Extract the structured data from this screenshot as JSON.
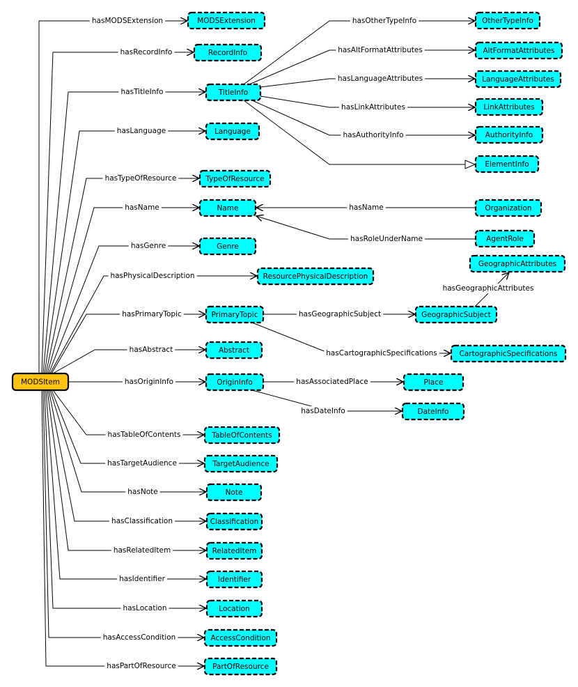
{
  "colors": {
    "root_fill": "#ffc20e",
    "node_fill": "#00ffff",
    "line": "#000000"
  },
  "nodes": [
    {
      "id": "MODSItem",
      "label": "MODSItem",
      "root": true
    },
    {
      "id": "MODSExtension",
      "label": "MODSExtension"
    },
    {
      "id": "RecordInfo",
      "label": "RecordInfo"
    },
    {
      "id": "TitleInfo",
      "label": "TitleInfo"
    },
    {
      "id": "Language",
      "label": "Language"
    },
    {
      "id": "TypeOfResource",
      "label": "TypeOfResource"
    },
    {
      "id": "Name",
      "label": "Name"
    },
    {
      "id": "Genre",
      "label": "Genre"
    },
    {
      "id": "ResourcePhysicalDescription",
      "label": "ResourcePhysicalDescription"
    },
    {
      "id": "PrimaryTopic",
      "label": "PrimaryTopic"
    },
    {
      "id": "Abstract",
      "label": "Abstract"
    },
    {
      "id": "OriginInfo",
      "label": "OriginInfo"
    },
    {
      "id": "TableOfContents",
      "label": "TableOfContents"
    },
    {
      "id": "TargetAudience",
      "label": "TargetAudience"
    },
    {
      "id": "Note",
      "label": "Note"
    },
    {
      "id": "Classification",
      "label": "Classification"
    },
    {
      "id": "RelatedItem",
      "label": "RelatedItem"
    },
    {
      "id": "Identifier",
      "label": "Identifier"
    },
    {
      "id": "Location",
      "label": "Location"
    },
    {
      "id": "AccessCondition",
      "label": "AccessCondition"
    },
    {
      "id": "PartOfResource",
      "label": "PartOfResource"
    },
    {
      "id": "OtherTypeInfo",
      "label": "OtherTypeInfo"
    },
    {
      "id": "AltFormatAttributes",
      "label": "AltFormatAttributes"
    },
    {
      "id": "LanguageAttributes",
      "label": "LanguageAttributes"
    },
    {
      "id": "LinkAttributes",
      "label": "LinkAttributes"
    },
    {
      "id": "AuthorityInfo",
      "label": "AuthorityInfo"
    },
    {
      "id": "ElementInfo",
      "label": "ElementInfo"
    },
    {
      "id": "Organization",
      "label": "Organization"
    },
    {
      "id": "AgentRole",
      "label": "AgentRole"
    },
    {
      "id": "GeographicAttributes",
      "label": "GeographicAttributes"
    },
    {
      "id": "GeographicSubject",
      "label": "GeographicSubject"
    },
    {
      "id": "CartographicSpecifications",
      "label": "CartographicSpecifications"
    },
    {
      "id": "Place",
      "label": "Place"
    },
    {
      "id": "DateInfo",
      "label": "DateInfo"
    }
  ],
  "edges": [
    {
      "from": "MODSItem",
      "to": "MODSExtension",
      "label": "hasMODSExtension"
    },
    {
      "from": "MODSItem",
      "to": "RecordInfo",
      "label": "hasRecordInfo"
    },
    {
      "from": "MODSItem",
      "to": "TitleInfo",
      "label": "hasTitleInfo"
    },
    {
      "from": "MODSItem",
      "to": "Language",
      "label": "hasLanguage"
    },
    {
      "from": "MODSItem",
      "to": "TypeOfResource",
      "label": "hasTypeOfResource"
    },
    {
      "from": "MODSItem",
      "to": "Name",
      "label": "hasName"
    },
    {
      "from": "MODSItem",
      "to": "Genre",
      "label": "hasGenre"
    },
    {
      "from": "MODSItem",
      "to": "ResourcePhysicalDescription",
      "label": "hasPhysicalDescription"
    },
    {
      "from": "MODSItem",
      "to": "PrimaryTopic",
      "label": "hasPrimaryTopic"
    },
    {
      "from": "MODSItem",
      "to": "Abstract",
      "label": "hasAbstract"
    },
    {
      "from": "MODSItem",
      "to": "OriginInfo",
      "label": "hasOriginInfo"
    },
    {
      "from": "MODSItem",
      "to": "TableOfContents",
      "label": "hasTableOfContents"
    },
    {
      "from": "MODSItem",
      "to": "TargetAudience",
      "label": "hasTargetAudience"
    },
    {
      "from": "MODSItem",
      "to": "Note",
      "label": "hasNote"
    },
    {
      "from": "MODSItem",
      "to": "Classification",
      "label": "hasClassification"
    },
    {
      "from": "MODSItem",
      "to": "RelatedItem",
      "label": "hasRelatedItem"
    },
    {
      "from": "MODSItem",
      "to": "Identifier",
      "label": "hasIdentifier"
    },
    {
      "from": "MODSItem",
      "to": "Location",
      "label": "hasLocation"
    },
    {
      "from": "MODSItem",
      "to": "AccessCondition",
      "label": "hasAccessCondition"
    },
    {
      "from": "MODSItem",
      "to": "PartOfResource",
      "label": "hasPartOfResource"
    },
    {
      "from": "TitleInfo",
      "to": "OtherTypeInfo",
      "label": "hasOtherTypeInfo"
    },
    {
      "from": "TitleInfo",
      "to": "AltFormatAttributes",
      "label": "hasAltFormatAttributes"
    },
    {
      "from": "TitleInfo",
      "to": "LanguageAttributes",
      "label": "hasLanguageAttributes"
    },
    {
      "from": "TitleInfo",
      "to": "LinkAttributes",
      "label": "hasLinkAttributes"
    },
    {
      "from": "TitleInfo",
      "to": "AuthorityInfo",
      "label": "hasAuthorityInfo"
    },
    {
      "from": "TitleInfo",
      "to": "ElementInfo",
      "label": "",
      "arrow": "inheritance"
    },
    {
      "from": "Organization",
      "to": "Name",
      "label": "hasName"
    },
    {
      "from": "AgentRole",
      "to": "Name",
      "label": "hasRoleUnderName"
    },
    {
      "from": "PrimaryTopic",
      "to": "GeographicSubject",
      "label": "hasGeographicSubject"
    },
    {
      "from": "PrimaryTopic",
      "to": "CartographicSpecifications",
      "label": "hasCartographicSpecifications"
    },
    {
      "from": "GeographicSubject",
      "to": "GeographicAttributes",
      "label": "hasGeographicAttributes"
    },
    {
      "from": "OriginInfo",
      "to": "Place",
      "label": "hasAssociatedPlace"
    },
    {
      "from": "OriginInfo",
      "to": "DateInfo",
      "label": "hasDateInfo"
    }
  ]
}
